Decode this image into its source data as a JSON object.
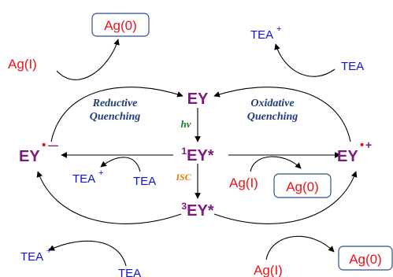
{
  "colors": {
    "ey": "#7b1a7b",
    "red": "#e8141b",
    "blue": "#1010d8",
    "navy": "#1f3c78",
    "green": "#1f7a1f",
    "orange": "#f07800",
    "box_border": "#2f4f8f",
    "line": "#000000"
  },
  "species": {
    "ey": "EY",
    "ey_singlet_sup": "1",
    "ey_singlet": "EY*",
    "ey_triplet_sup": "3",
    "ey_triplet": "EY*",
    "ey_radical_anion": "EY",
    "ey_radical_cation": "EY",
    "ag_i": "Ag(I)",
    "ag_0": "Ag(0)",
    "tea": "TEA",
    "tea_cation": "TEA",
    "plus_sign": "+",
    "minus_sign": "—",
    "dot": "•"
  },
  "labels": {
    "reductive_line1": "Reductive",
    "reductive_line2": "Quenching",
    "oxidative_line1": "Oxidative",
    "oxidative_line2": "Quenching",
    "hv": "hν",
    "isc": "ISC"
  }
}
